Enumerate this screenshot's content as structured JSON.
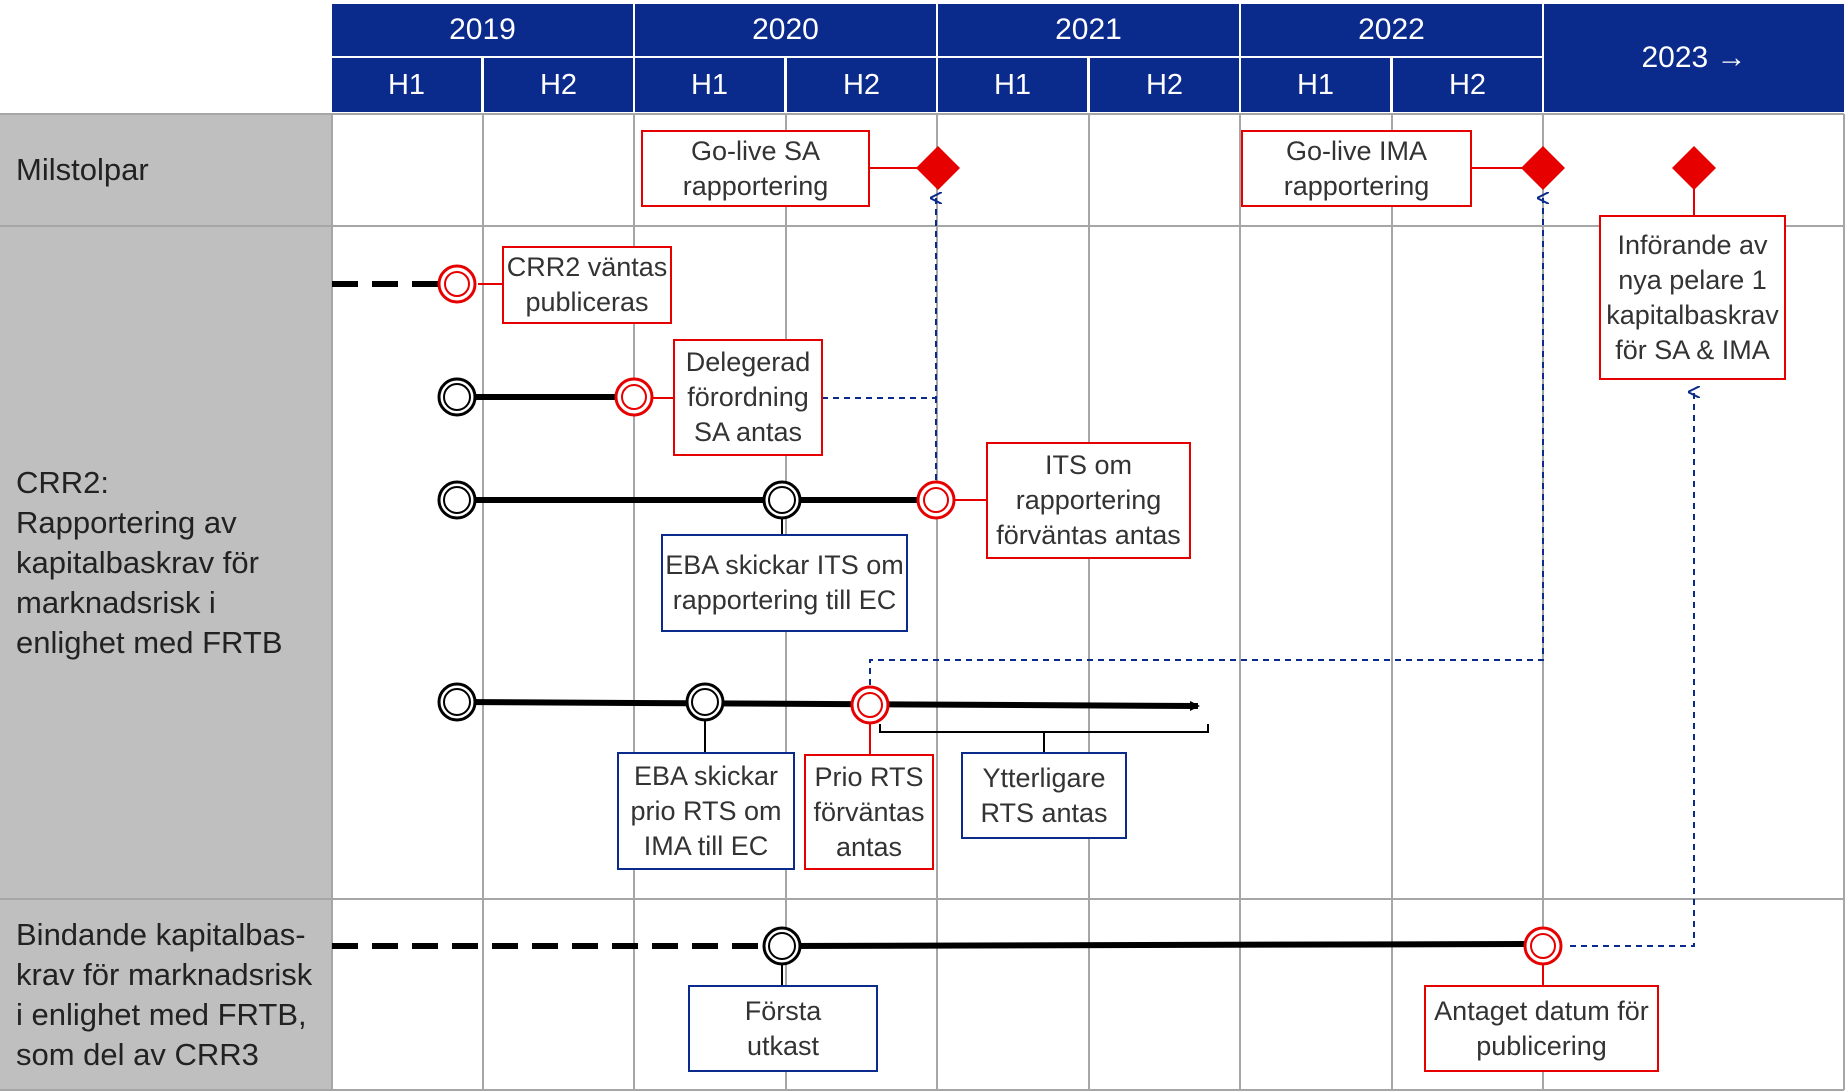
{
  "header": {
    "years": [
      "2019",
      "2020",
      "2021",
      "2022"
    ],
    "halves": [
      "H1",
      "H2",
      "H1",
      "H2",
      "H1",
      "H2",
      "H1",
      "H2"
    ],
    "last_period": "2023 →"
  },
  "rows": {
    "milestones": "Milstolpar",
    "crr2": "CRR2:\nRapportering av\nkapitalbaskrav för\nmarknadsrisk i\nenlighet med FRTB",
    "crr3": "Bindande kapitalbas-\nkrav för marknadsrisk\ni enlighet med FRTB,\nsom del av CRR3"
  },
  "boxes": {
    "golive_sa": "Go-live SA\nrapportering",
    "golive_ima": "Go-live IMA\nrapportering",
    "införande": "Införande av\nnya pelare 1\nkapitalbaskrav\nför SA & IMA",
    "crr2_publ": "CRR2 väntas\npubliceras",
    "delegerad": "Delegerad\nförordning\nSA antas",
    "its_antas": "ITS om\nrapportering\nförväntas antas",
    "eba_its": "EBA skickar ITS om\nrapportering till EC",
    "eba_prio": "EBA skickar\nprio RTS om\nIMA till EC",
    "prio_rts": "Prio RTS\nförväntas\nantas",
    "ytterligare": "Ytterligare\nRTS antas",
    "forsta": "Första\nutkast",
    "antaget": "Antaget datum för\npublicering"
  },
  "colors": {
    "header_blue": "#0a2a8c",
    "milestone_red": "#e60000",
    "label_gray": "#bfbfbf",
    "grid_gray": "#a6a6a6",
    "line_black": "#000000"
  }
}
